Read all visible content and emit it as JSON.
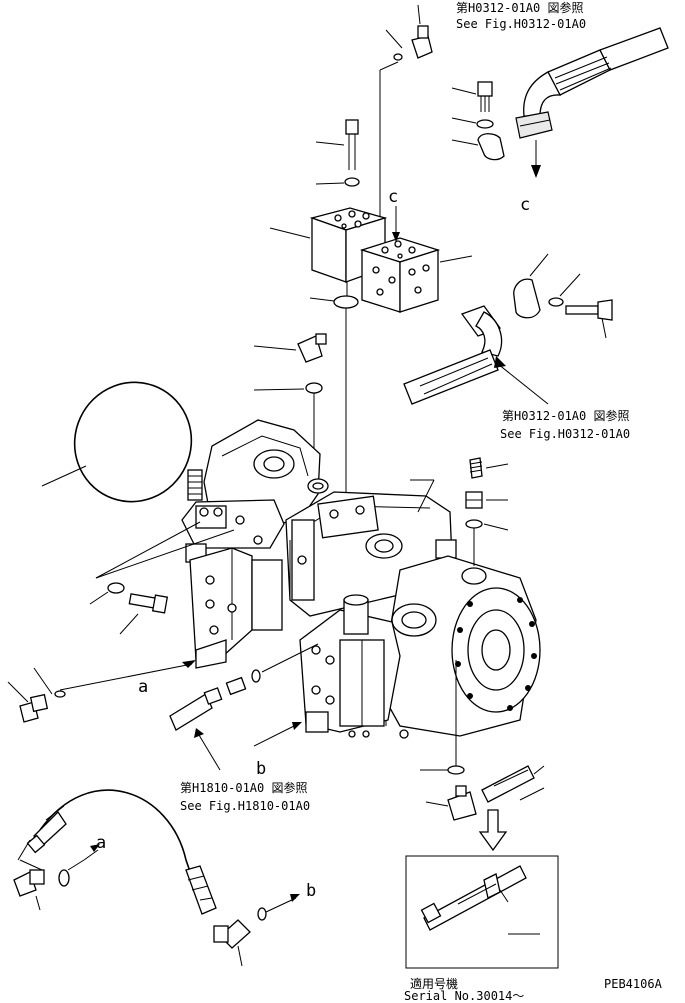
{
  "references": {
    "top_jp": "第H0312-01A0 図参照",
    "top_en": "See Fig.H0312-01A0",
    "mid_jp": "第H0312-01A0 図参照",
    "mid_en": "See Fig.H0312-01A0",
    "bottom_jp": "第H1810-01A0 図参照",
    "bottom_en": "See Fig.H1810-01A0"
  },
  "connection_labels": {
    "c_top": "c",
    "c_arrow": "c",
    "a_main": "a",
    "b_main": "b",
    "a_inset": "a",
    "b_inset": "b"
  },
  "inset": {
    "title_jp": "適用号機",
    "serial": "Serial No.30014～"
  },
  "drawing_code": "PEB4106A",
  "icons": [
    "arrow-icon",
    "hose-icon",
    "valve-block-icon",
    "pump-assembly-icon"
  ]
}
